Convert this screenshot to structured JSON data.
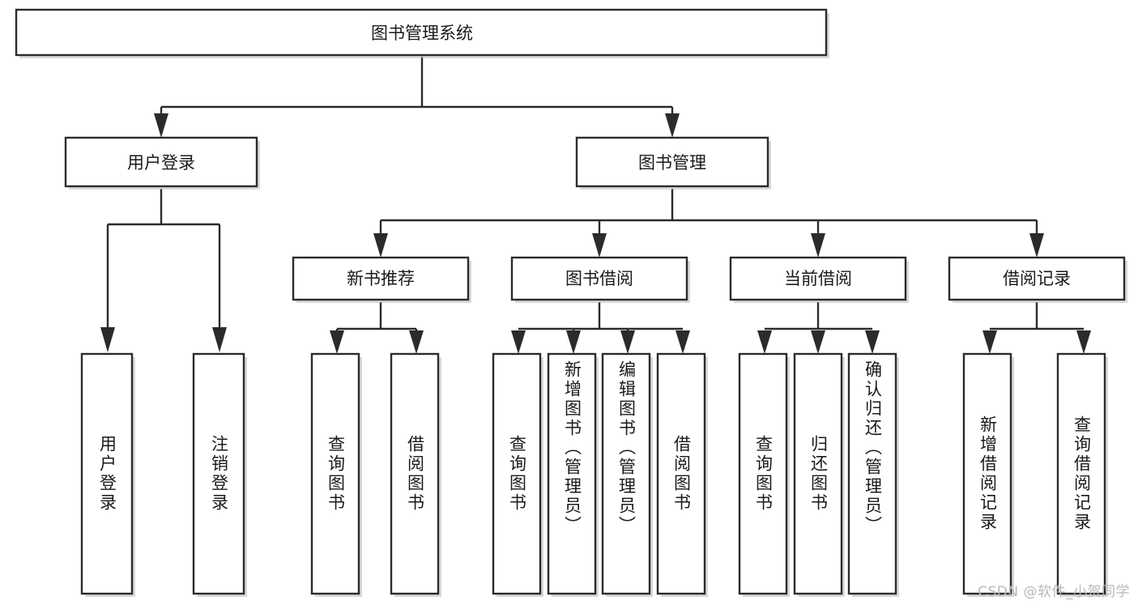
{
  "diagram": {
    "title": "图书管理系统",
    "type": "tree",
    "orientation": "top-down",
    "watermark": "CSDN @软件_小贺同学",
    "colors": {
      "box_fill": "#ffffff",
      "box_stroke": "#2b2b2b",
      "text": "#1a1a1a",
      "shadow": "#b9b9b9",
      "watermark": "#b8b8b8",
      "background": "#ffffff"
    },
    "root": {
      "id": "root",
      "label": "图书管理系统"
    },
    "level2": [
      {
        "id": "user-login",
        "label": "用户登录"
      },
      {
        "id": "book-manage",
        "label": "图书管理"
      }
    ],
    "level3": [
      {
        "id": "new-book-recommend",
        "label": "新书推荐",
        "parent": "book-manage"
      },
      {
        "id": "book-borrow",
        "label": "图书借阅",
        "parent": "book-manage"
      },
      {
        "id": "current-borrow",
        "label": "当前借阅",
        "parent": "book-manage"
      },
      {
        "id": "borrow-record",
        "label": "借阅记录",
        "parent": "book-manage"
      }
    ],
    "leaves": [
      {
        "id": "leaf-user-login",
        "label": "用户登录",
        "parent": "user-login"
      },
      {
        "id": "leaf-user-logout",
        "label": "注销登录",
        "parent": "user-login"
      },
      {
        "id": "leaf-query-book-1",
        "label": "查询图书",
        "parent": "new-book-recommend"
      },
      {
        "id": "leaf-borrow-book-1",
        "label": "借阅图书",
        "parent": "new-book-recommend"
      },
      {
        "id": "leaf-query-book-2",
        "label": "查询图书",
        "parent": "book-borrow"
      },
      {
        "id": "leaf-add-book",
        "label": "新增图书（管理员）",
        "parent": "book-borrow"
      },
      {
        "id": "leaf-edit-book",
        "label": "编辑图书（管理员）",
        "parent": "book-borrow"
      },
      {
        "id": "leaf-borrow-book-2",
        "label": "借阅图书",
        "parent": "book-borrow"
      },
      {
        "id": "leaf-query-book-3",
        "label": "查询图书",
        "parent": "current-borrow"
      },
      {
        "id": "leaf-return-book",
        "label": "归还图书",
        "parent": "current-borrow"
      },
      {
        "id": "leaf-confirm-return",
        "label": "确认归还（管理员）",
        "parent": "current-borrow"
      },
      {
        "id": "leaf-add-record",
        "label": "新增借阅记录",
        "parent": "borrow-record"
      },
      {
        "id": "leaf-query-record",
        "label": "查询借阅记录",
        "parent": "borrow-record"
      }
    ]
  }
}
